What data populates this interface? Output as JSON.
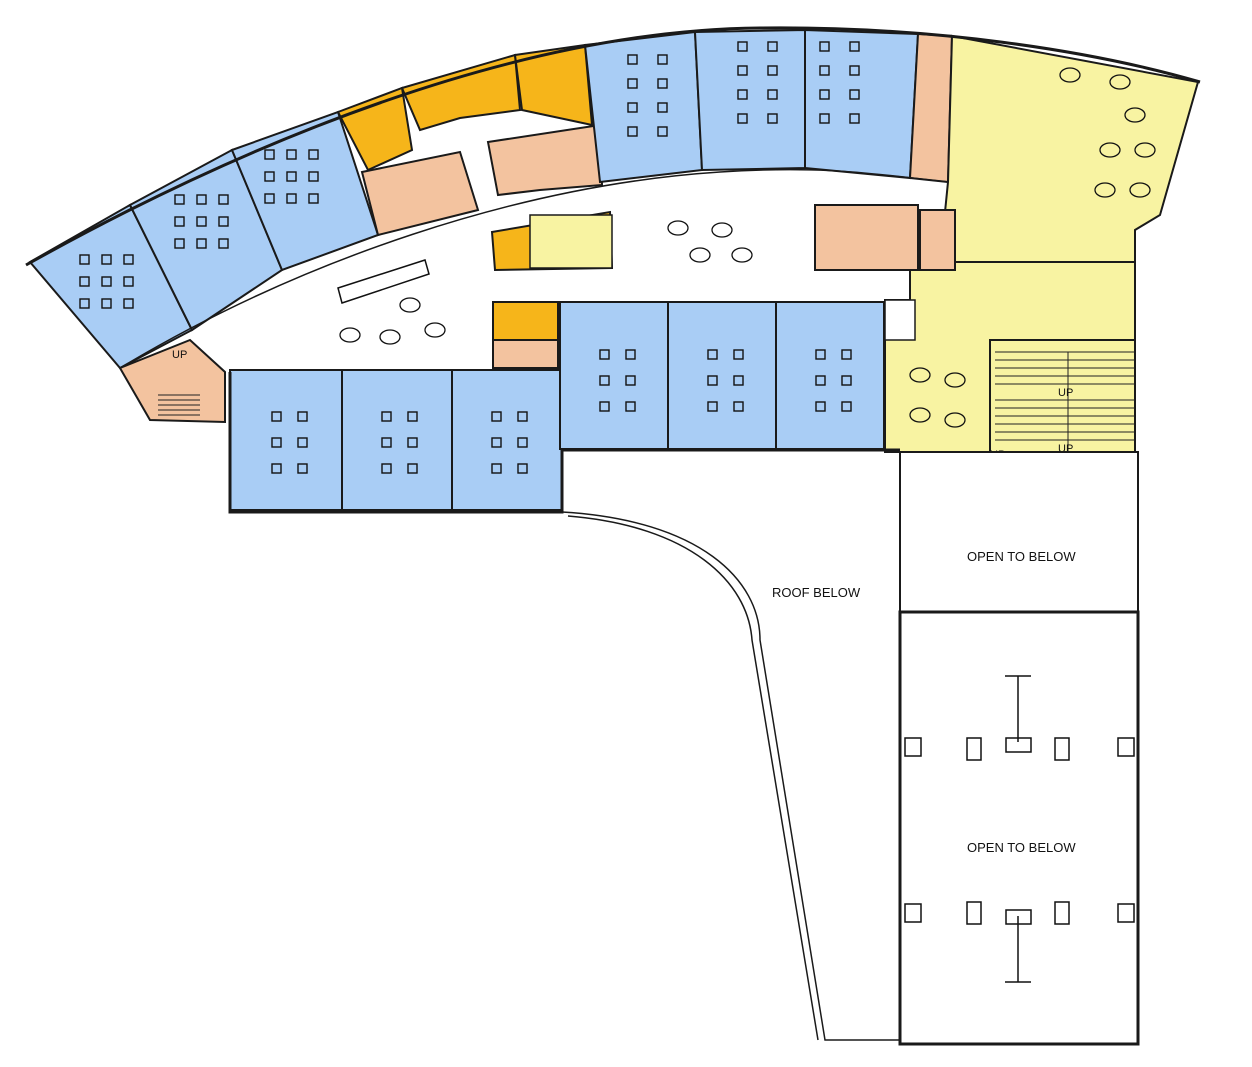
{
  "labels": {
    "roof_below": "ROOF BELOW",
    "open_to_below_upper": "OPEN TO BELOW",
    "open_to_below_lower": "OPEN TO BELOW",
    "stair_up_west": "UP",
    "stair_up_east_1": "UP",
    "stair_up_east_2": "UP",
    "stair_up_east_3": "UP"
  },
  "colors": {
    "classroom": "#a9cdf5",
    "media_center": "#f8f3a2",
    "special_room": "#f6b51a",
    "support": "#f3c39f"
  }
}
